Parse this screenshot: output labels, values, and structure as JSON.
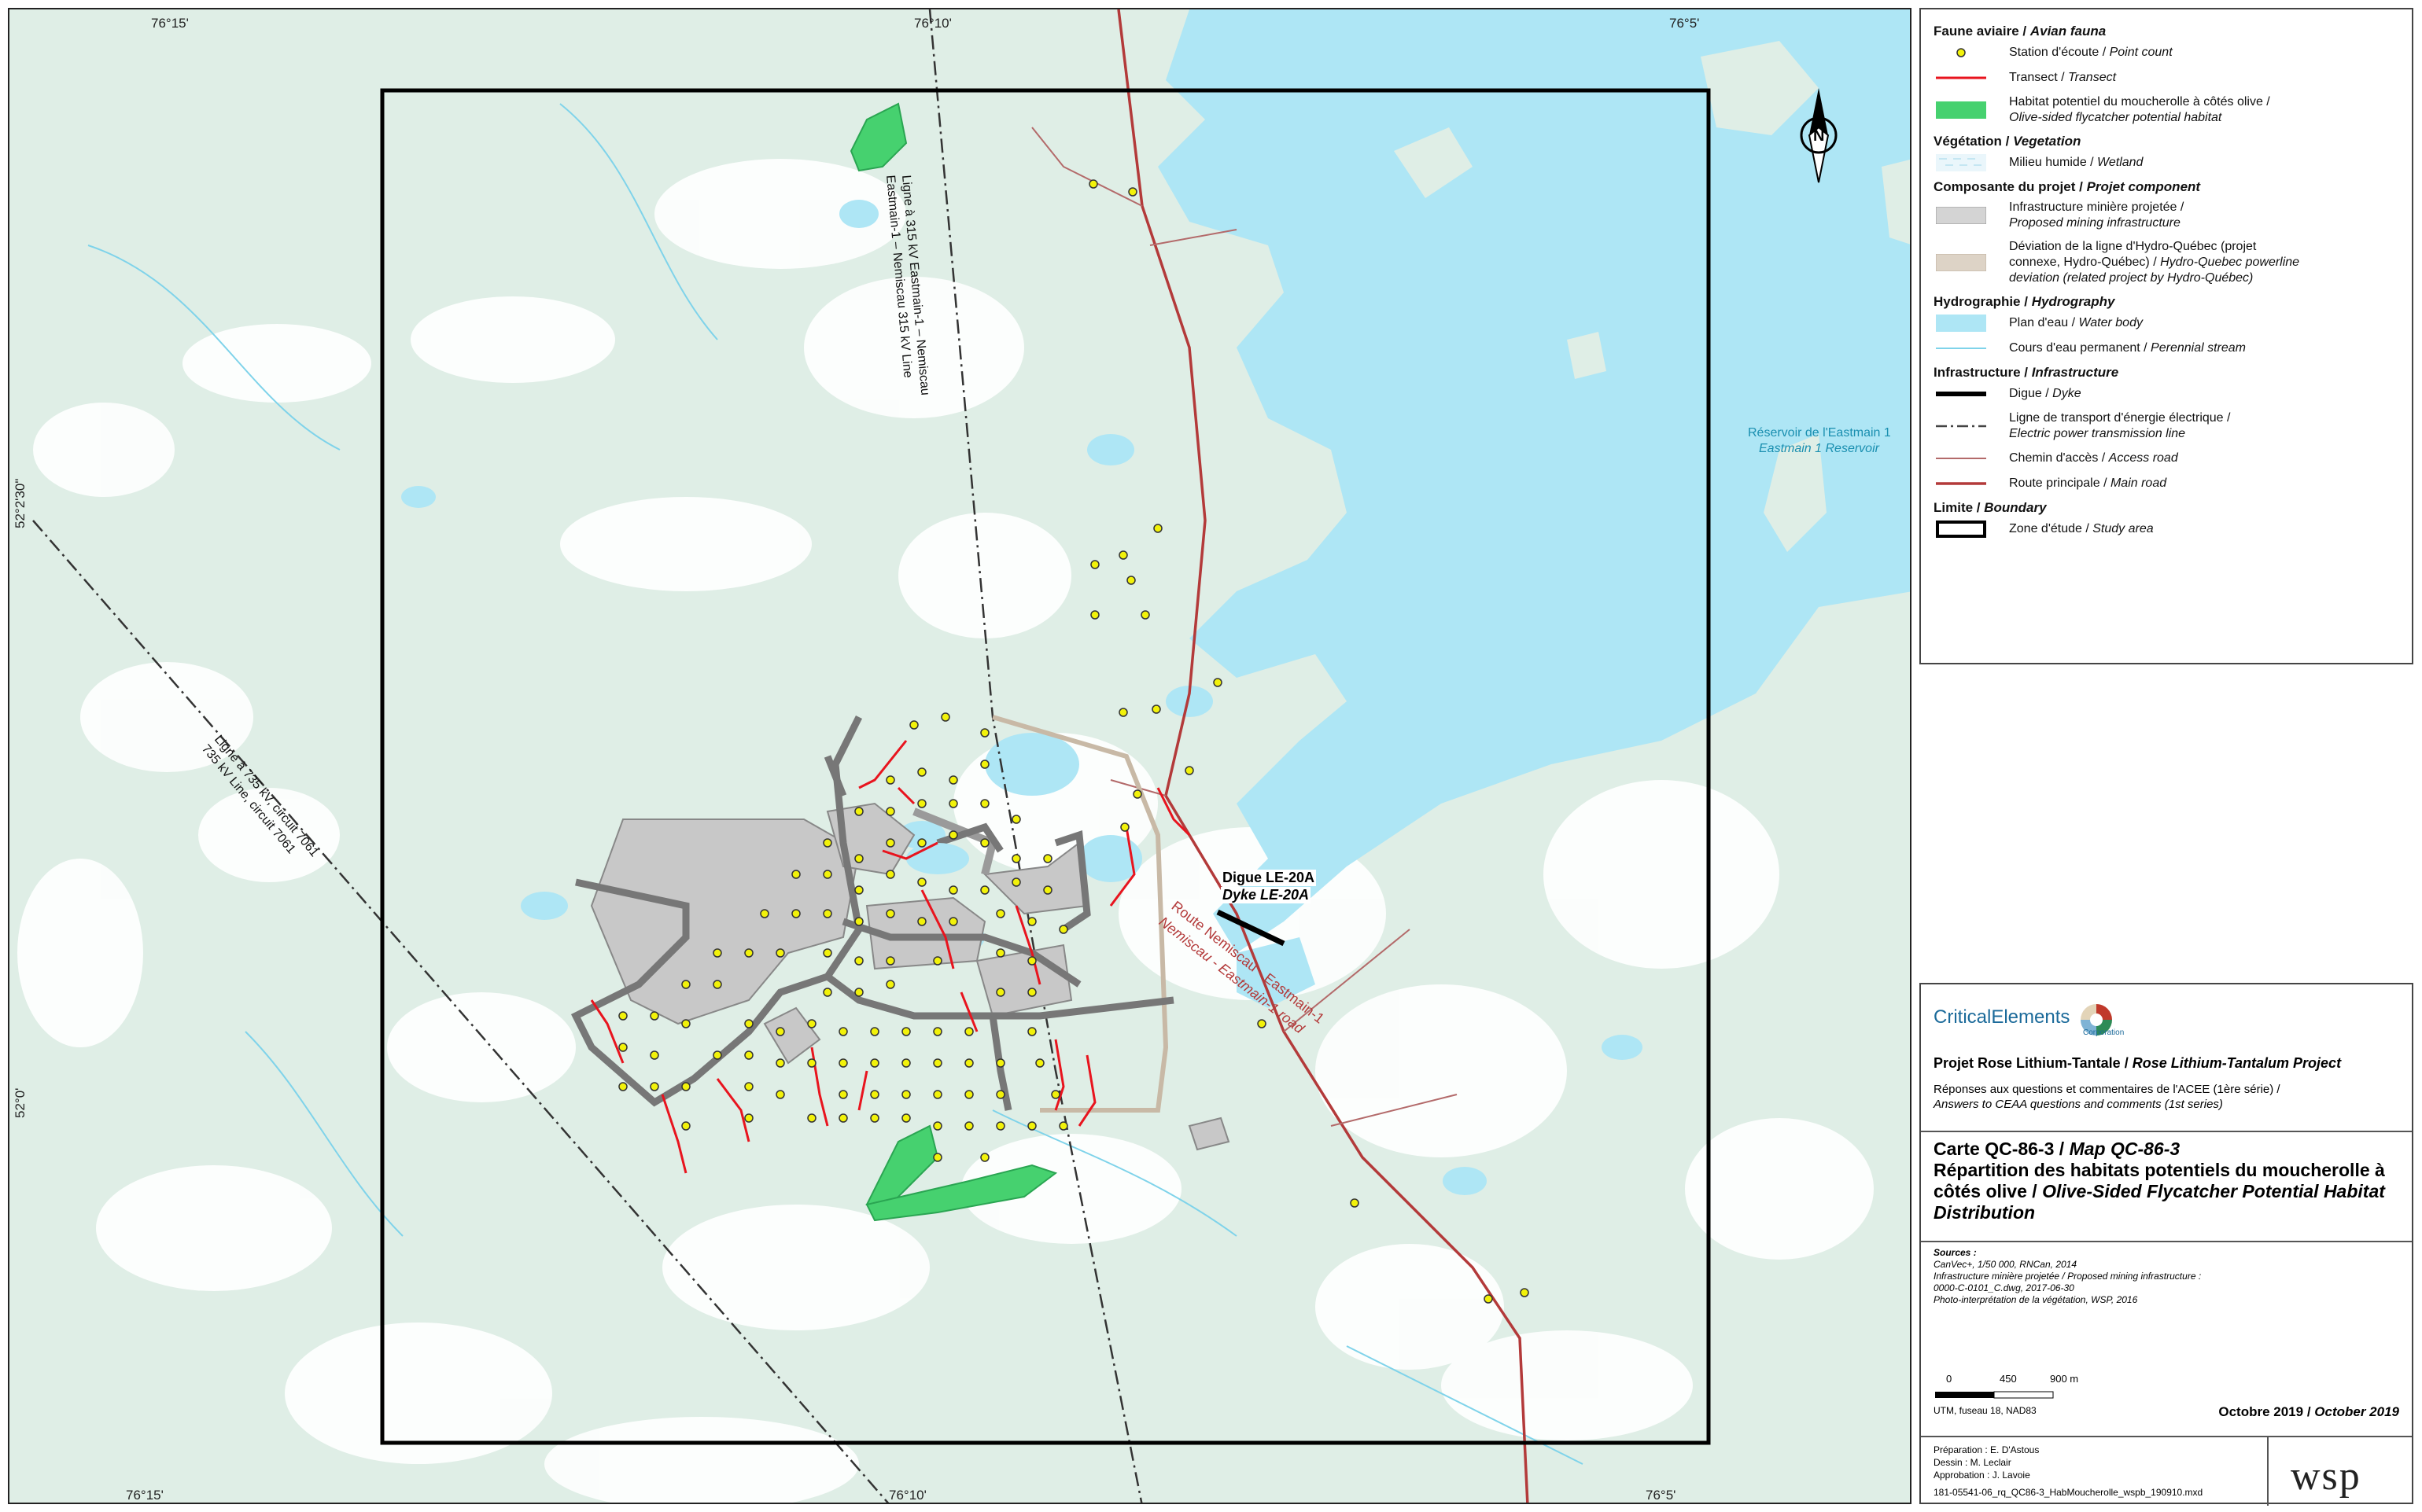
{
  "map": {
    "coords": {
      "top": [
        "76°15'",
        "76°10'",
        "76°5'"
      ],
      "bottom": [
        "76°15'",
        "76°10'",
        "76°5'"
      ],
      "left": [
        "52°2'30\"",
        "52°0'"
      ]
    },
    "labels": {
      "line315_a": "Ligne à 315 kV Eastmain-1 – Nemiscau",
      "line315_b": "Eastmain-1 – Nemiscau 315 kV Line",
      "line735_a": "Ligne à 735 kV, circuit 7061",
      "line735_b": "735 kV Line, circuit 7061",
      "reservoir_fr": "Réservoir de l'Eastmain 1",
      "reservoir_en": "Eastmain 1 Reservoir",
      "dyke_fr": "Digue LE-20A",
      "dyke_en": "Dyke LE-20A",
      "road_fr": "Route Nemiscau - Eastmain-1",
      "road_en": "Nemiscau - Eastmain-1 road"
    },
    "colors": {
      "water": "#aee6f5",
      "land": "#dfeee6",
      "habitat": "#46d16f",
      "transect": "#e8141e",
      "point": "#f2f20a",
      "main_road": "#b33a3a",
      "infra": "#cfcfcf",
      "boundary": "#000000"
    }
  },
  "legend": {
    "avian": {
      "title_fr": "Faune aviaire / ",
      "title_en": "Avian fauna",
      "point_fr": "Station d'écoute / ",
      "point_en": "Point count",
      "transect_fr": "Transect / ",
      "transect_en": "Transect",
      "habitat_fr": "Habitat potentiel du moucherolle à côtés olive / ",
      "habitat_en": "Olive-sided flycatcher potential habitat"
    },
    "vegetation": {
      "title_fr": "Végétation / ",
      "title_en": "Vegetation",
      "wetland_fr": "Milieu humide / ",
      "wetland_en": "Wetland"
    },
    "project": {
      "title_fr": "Composante du projet / ",
      "title_en": "Projet component",
      "mining_fr": "Infrastructure minière projetée / ",
      "mining_en": "Proposed mining infrastructure",
      "deviation_fr": "Déviation de la ligne d'Hydro-Québec (projet connexe, Hydro-Québec) / ",
      "deviation_en": "Hydro-Quebec powerline deviation (related project by Hydro-Québec)"
    },
    "hydro": {
      "title_fr": "Hydrographie / ",
      "title_en": "Hydrography",
      "water_fr": "Plan d'eau / ",
      "water_en": "Water body",
      "stream_fr": "Cours d'eau permanent / ",
      "stream_en": "Perennial stream"
    },
    "infra": {
      "title_fr": "Infrastructure / ",
      "title_en": "Infrastructure",
      "dyke_fr": "Digue / ",
      "dyke_en": "Dyke",
      "power_fr": "Ligne de transport d'énergie électrique / ",
      "power_en": "Electric power transmission line",
      "access_fr": "Chemin d'accès / ",
      "access_en": "Access road",
      "mainroad_fr": "Route principale / ",
      "mainroad_en": "Main road"
    },
    "limit": {
      "title_fr": "Limite / ",
      "title_en": "Boundary",
      "study_fr": "Zone d'étude / ",
      "study_en": "Study area"
    }
  },
  "titlebox": {
    "company": "CriticalElements",
    "company_sub": "Corporation",
    "project_fr": "Projet Rose Lithium-Tantale / ",
    "project_en": "Rose Lithium-Tantalum Project",
    "responses_fr": "Réponses aux questions et commentaires de l'ACEE (1ère série) /",
    "responses_en": "Answers to CEAA questions and comments (1st series)",
    "map_id_fr": "Carte QC-86-3 / ",
    "map_id_en": "Map QC-86-3",
    "title_fr": "Répartition des habitats potentiels du moucherolle à côtés olive / ",
    "title_en": "Olive-Sided Flycatcher Potential Habitat Distribution",
    "sources_head": "Sources :",
    "sources": [
      "CanVec+, 1/50 000, RNCan, 2014",
      "Infrastructure minière projetée / Proposed mining infrastructure :",
      "0000-C-0101_C.dwg, 2017-06-30",
      "Photo-interprétation de la végétation, WSP, 2016"
    ],
    "scale_ticks": [
      "0",
      "450",
      "900 m"
    ],
    "projection": "UTM, fuseau 18, NAD83",
    "date_fr": "Octobre 2019 / ",
    "date_en": "October 2019",
    "prep": "Préparation : E. D'Astous",
    "drawing": "Dessin : M. Leclair",
    "approval": "Approbation : J. Lavoie",
    "filename": "181-05541-06_rq_QC86-3_HabMoucherolle_wspb_190910.mxd",
    "wsp": "wsp"
  }
}
